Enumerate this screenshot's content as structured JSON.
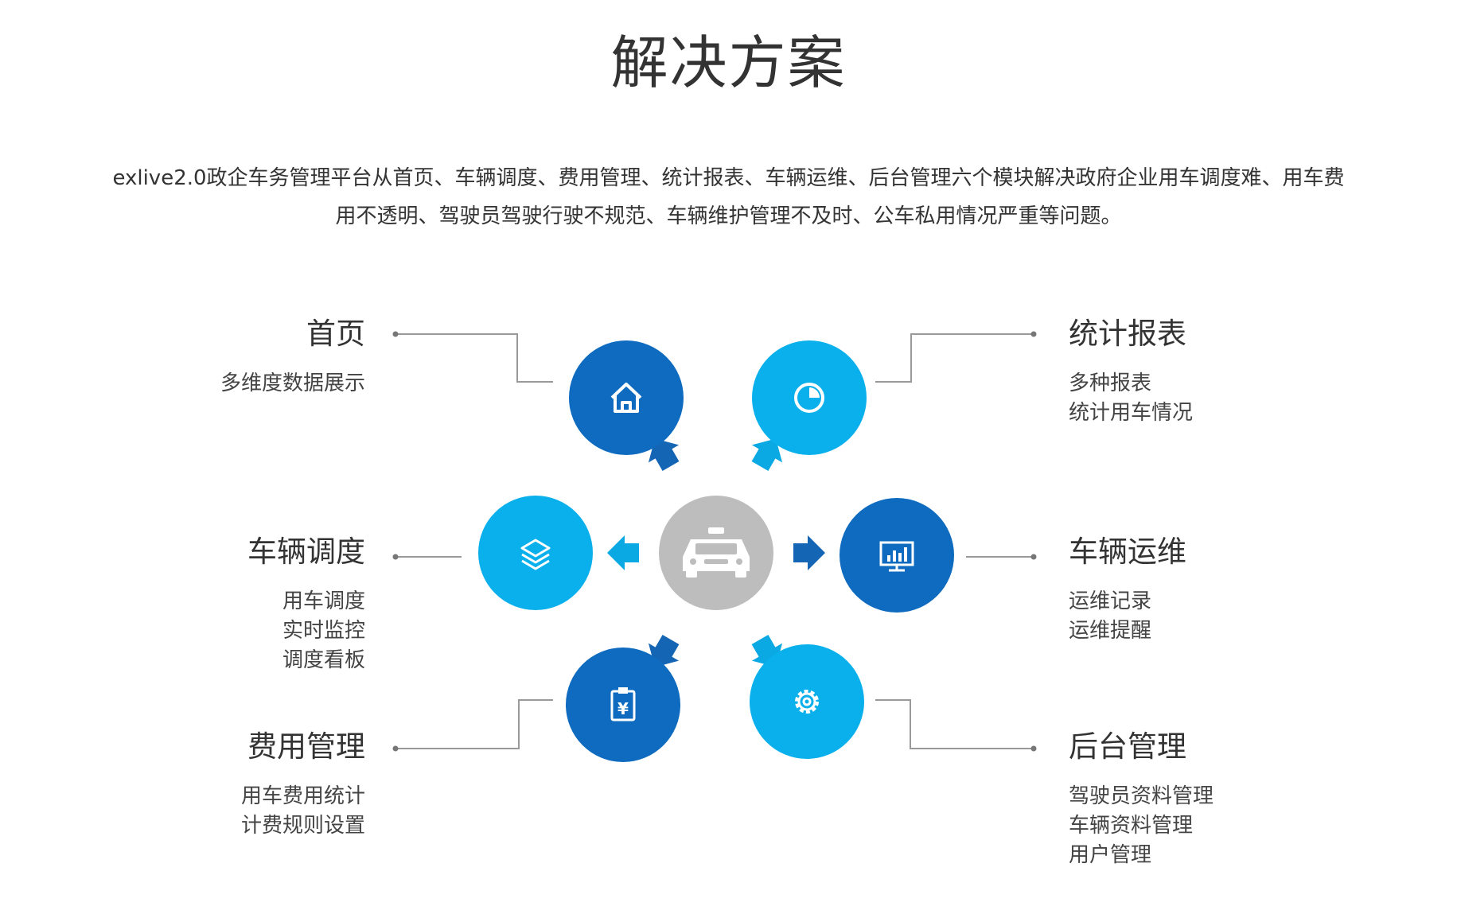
{
  "title": "解决方案",
  "intro": {
    "line1": "exlive2.0政企车务管理平台从首页、车辆调度、费用管理、统计报表、车辆运维、后台管理六个模块解决政府企业用车调度难、用车费",
    "line2": "用不透明、驾驶员驾驶行驶不规范、车辆维护管理不及时、公车私用情况严重等问题。"
  },
  "colors": {
    "dark_blue": "#0e6bbf",
    "light_blue": "#0ab0ec",
    "center_gray": "#bdbdbd",
    "connector": "#999999"
  },
  "center": {
    "icon": "taxi-icon"
  },
  "modules": {
    "home": {
      "title": "首页",
      "desc": [
        "多维度数据展示"
      ],
      "icon": "home-icon"
    },
    "dispatch": {
      "title": "车辆调度",
      "desc": [
        "用车调度",
        "实时监控",
        "调度看板"
      ],
      "icon": "layers-icon"
    },
    "cost": {
      "title": "费用管理",
      "desc": [
        "用车费用统计",
        "计费规则设置"
      ],
      "icon": "yen-clipboard-icon"
    },
    "stats": {
      "title": "统计报表",
      "desc": [
        "多种报表",
        "统计用车情况"
      ],
      "icon": "pie-chart-icon"
    },
    "ops": {
      "title": "车辆运维",
      "desc": [
        "运维记录",
        "运维提醒"
      ],
      "icon": "monitor-chart-icon"
    },
    "admin": {
      "title": "后台管理",
      "desc": [
        "驾驶员资料管理",
        "车辆资料管理",
        "用户管理"
      ],
      "icon": "gear-icon"
    }
  }
}
